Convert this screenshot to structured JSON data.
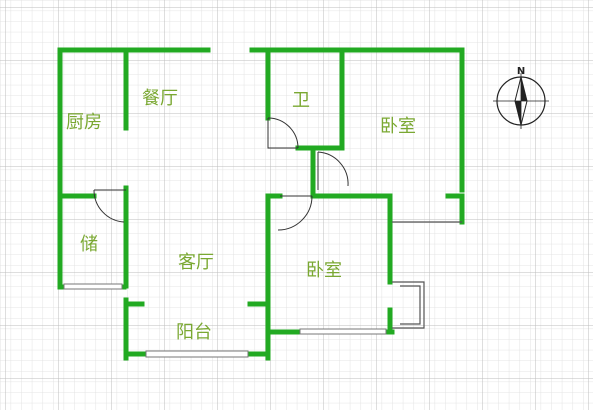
{
  "colors": {
    "wall": "#22aa22",
    "label": "#7aa832",
    "grid_minor": "#e3e3e3",
    "grid_major": "#bdbdbd",
    "door": "#333333",
    "window": "#777777",
    "compass": "#222222"
  },
  "rooms": {
    "kitchen": "厨房",
    "dining": "餐厅",
    "bathroom": "卫",
    "bedroom_1": "卧室",
    "storage": "储",
    "living": "客厅",
    "bedroom_2": "卧室",
    "balcony": "阳台"
  },
  "compass": {
    "north_letter": "N",
    "icon": "compass-rose-icon"
  }
}
